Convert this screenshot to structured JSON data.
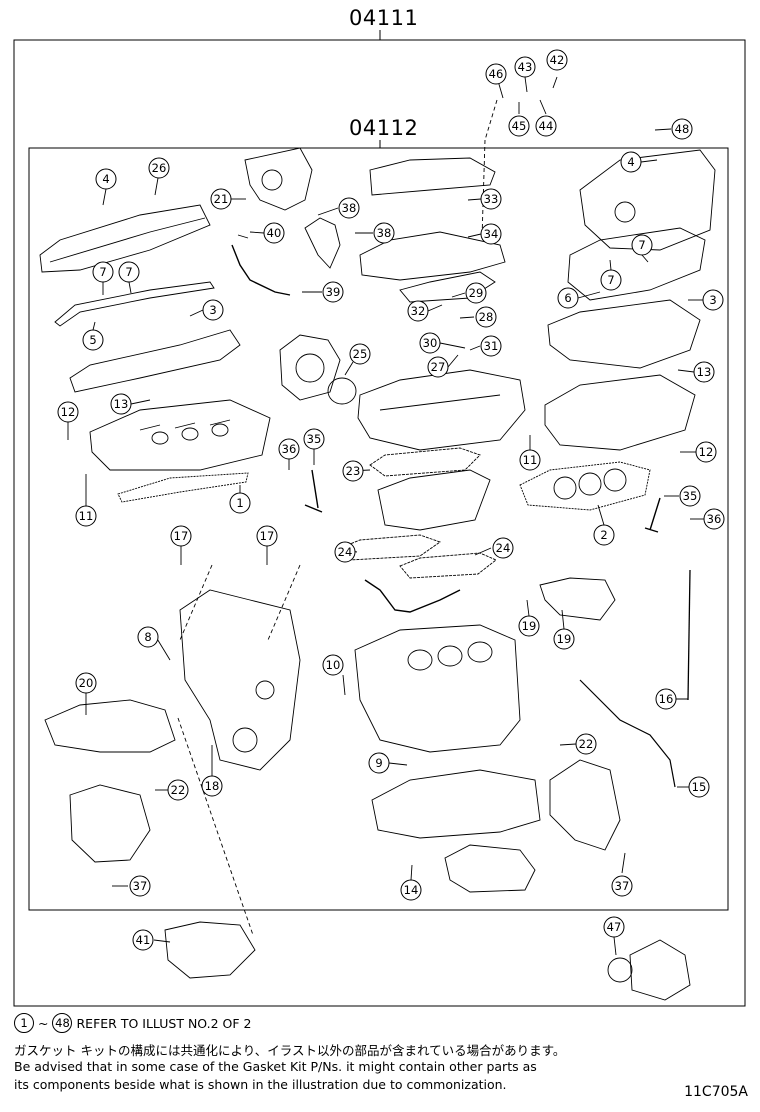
{
  "kit_outer": "04111",
  "kit_inner": "04112",
  "note": {
    "range_start": "1",
    "range_sep": "~",
    "range_end": "48",
    "refer": "REFER TO ILLUST NO.2 OF 2",
    "jp": "ガスケット キットの構成には共通化により、イラスト以外の部品が含まれている場合があります。",
    "en_line1": "Be advised that in some case of the Gasket Kit P/Ns.  it might contain other parts as",
    "en_line2": "its components beside what is shown in the illustration due to commonization."
  },
  "illust_code": "11C705A",
  "callouts": [
    "1",
    "2",
    "3",
    "4",
    "5",
    "6",
    "7",
    "8",
    "9",
    "10",
    "11",
    "12",
    "13",
    "14",
    "15",
    "16",
    "17",
    "18",
    "19",
    "20",
    "21",
    "22",
    "23",
    "24",
    "25",
    "26",
    "27",
    "28",
    "29",
    "30",
    "31",
    "32",
    "33",
    "34",
    "35",
    "36",
    "37",
    "38",
    "39",
    "40",
    "41",
    "42",
    "43",
    "44",
    "45",
    "46",
    "47",
    "48"
  ]
}
